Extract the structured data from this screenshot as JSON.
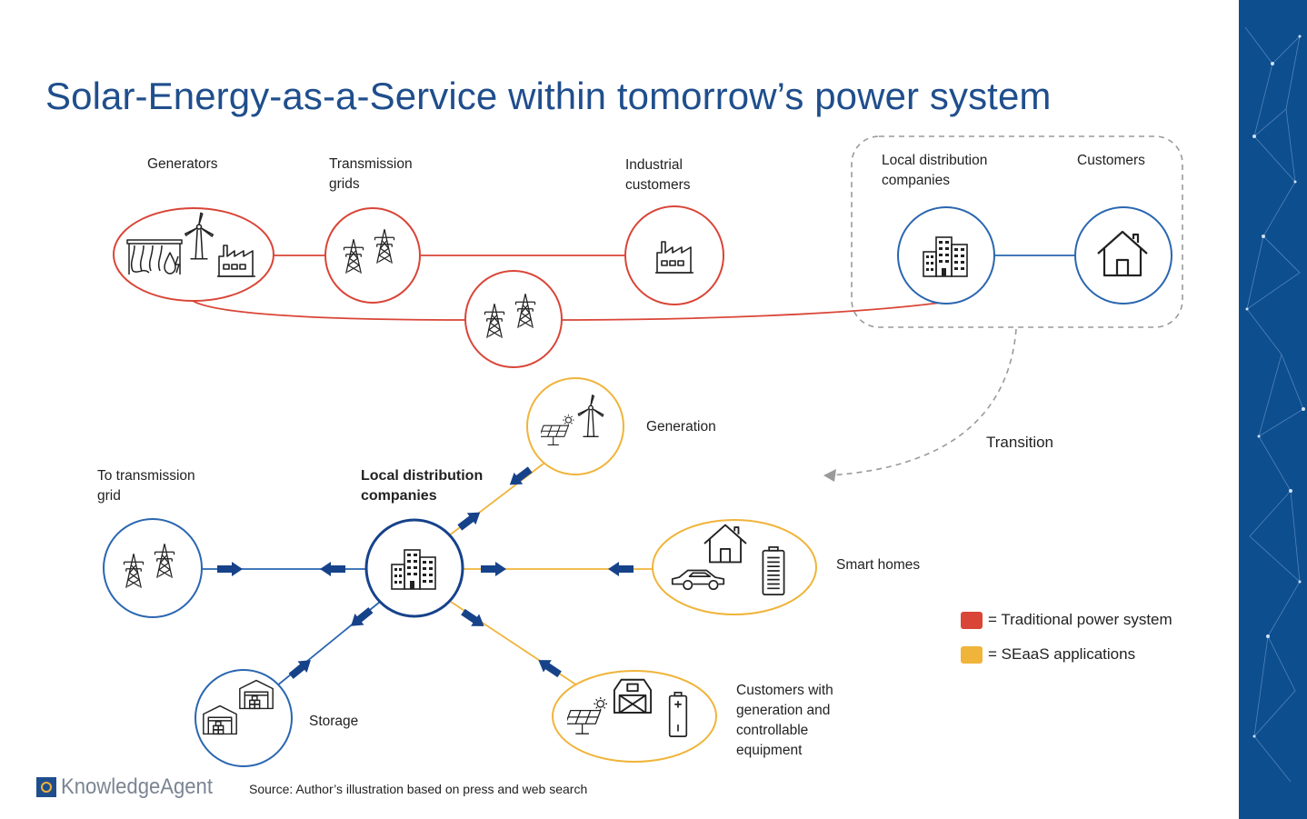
{
  "title": "Solar-Energy-as-a-Service within tomorrow’s power system",
  "colors": {
    "traditional": "#d94537",
    "seaas": "#f0b43a",
    "blue": "#2a66b0",
    "dark_blue": "#1a3d7c",
    "title": "#1f4e8c",
    "side_panel": "#0d4e8e"
  },
  "top": {
    "generators": "Generators",
    "transmission_grids": [
      "Transmission",
      "grids"
    ],
    "industrial_customers": [
      "Industrial",
      "customers"
    ],
    "local_distribution": [
      "Local distribution",
      "companies"
    ],
    "customers": "Customers"
  },
  "transition": "Transition",
  "bottom": {
    "center": [
      "Local distribution",
      "companies"
    ],
    "to_transmission": [
      "To transmission",
      "grid"
    ],
    "generation": "Generation",
    "smart_homes": "Smart homes",
    "storage": "Storage",
    "customers_with": [
      "Customers with",
      "generation and",
      "controllable",
      "equipment"
    ]
  },
  "legend": [
    {
      "color": "#d94537",
      "label": "= Traditional power system"
    },
    {
      "color": "#f0b43a",
      "label": "= SEaaS applications"
    }
  ],
  "icons": [
    "hydro-dam-icon",
    "wind-turbine-icon",
    "factory-icon",
    "power-pylon-icon",
    "office-buildings-icon",
    "house-icon",
    "solar-panel-icon",
    "electric-car-icon",
    "battery-icon",
    "barn-icon",
    "warehouse-icon",
    "arrow-icon"
  ],
  "footer": {
    "logo": "KnowledgeAgent",
    "source": "Source: Author’s illustration based on press and web search"
  }
}
